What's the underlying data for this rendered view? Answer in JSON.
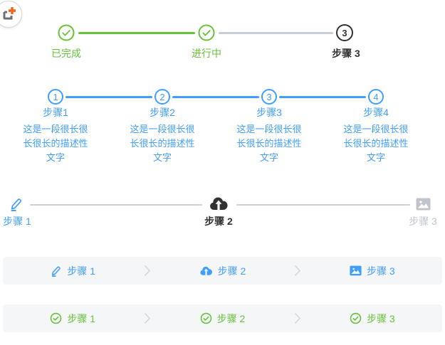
{
  "colors": {
    "success_green": "#67C23A",
    "primary_blue": "#409EFF",
    "text_dark": "#303133",
    "wait_gray": "#C0C4CC",
    "bar_background": "#F5F6F8",
    "badge_plus_orange": "#F2631C"
  },
  "capture_badge": {
    "icon": "screenshot-capture-icon"
  },
  "steps_status": {
    "items": [
      {
        "label": "已完成",
        "state": "success",
        "icon": "check-icon"
      },
      {
        "label": "进行中",
        "state": "success",
        "icon": "check-icon"
      },
      {
        "label": "步骤 3",
        "state": "process",
        "number": "3"
      }
    ]
  },
  "steps_described": {
    "items": [
      {
        "number": "1",
        "label": "步骤1",
        "description": "这是一段很长很长很长的描述性文字"
      },
      {
        "number": "2",
        "label": "步骤2",
        "description": "这是一段很长很长很长的描述性文字"
      },
      {
        "number": "3",
        "label": "步骤3",
        "description": "这是一段很长很长很长的描述性文字"
      },
      {
        "number": "4",
        "label": "步骤4",
        "description": "这是一段很长很长很长的描述性文字"
      }
    ]
  },
  "steps_icons": {
    "items": [
      {
        "label": "步骤 1",
        "state": "finish",
        "icon": "edit-icon"
      },
      {
        "label": "步骤 2",
        "state": "process",
        "icon": "upload-cloud-icon"
      },
      {
        "label": "步骤 3",
        "state": "wait",
        "icon": "picture-icon"
      }
    ]
  },
  "steps_bar_simple": {
    "items": [
      {
        "label": "步骤 1",
        "icon": "edit-icon"
      },
      {
        "label": "步骤 2",
        "icon": "upload-cloud-icon"
      },
      {
        "label": "步骤 3",
        "icon": "picture-icon"
      }
    ]
  },
  "steps_bar_success": {
    "items": [
      {
        "label": "步骤 1",
        "icon": "circle-check-icon"
      },
      {
        "label": "步骤 2",
        "icon": "circle-check-icon"
      },
      {
        "label": "步骤 3",
        "icon": "circle-check-icon"
      }
    ]
  }
}
